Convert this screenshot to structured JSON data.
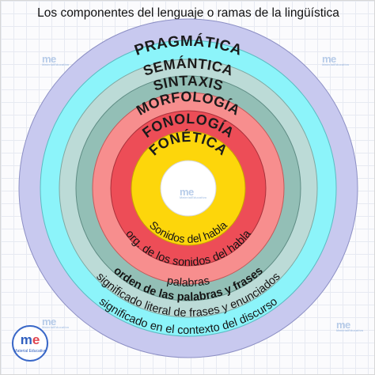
{
  "title": "Los componentes del lenguaje o ramas de la lingüística",
  "rings": [
    {
      "name": "PRAGMÁTICA",
      "description": "significado en el contexto del discurso",
      "color": "#c8c9ef"
    },
    {
      "name": "SEMÁNTICA",
      "description": "significado literal de frases y enunciados",
      "color": "#8cf4fa"
    },
    {
      "name": "SINTAXIS",
      "description": "orden de las palabras y frases",
      "color": "#bcdbd7"
    },
    {
      "name": "MORFOLOGÍA",
      "description": "palabras",
      "color": "#93bfb6"
    },
    {
      "name": "FONOLOGÍA",
      "description": "org. de los sonidos del habla",
      "color": "#f78e8e"
    },
    {
      "name": "FONÉTICA",
      "description": "Sonidos del habla",
      "color": "#ed4d57"
    }
  ],
  "core_colors": {
    "yellow": "#fdd60b",
    "center": "#ffffff"
  },
  "watermark": {
    "mark": "me",
    "sub": "MaterialEducativo"
  },
  "logo": {
    "mark_m": "m",
    "mark_e": "e",
    "sub": "Material Educativo"
  }
}
